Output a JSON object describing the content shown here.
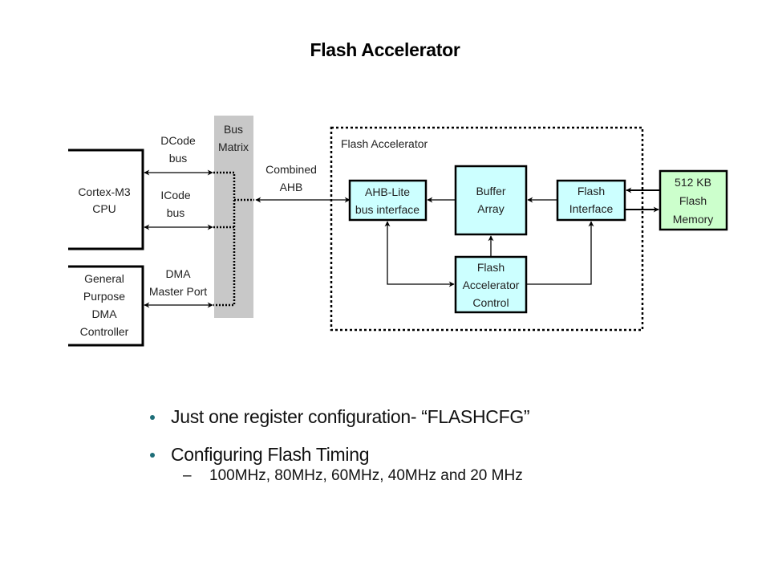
{
  "slide": {
    "title": "Flash Accelerator"
  },
  "diagram": {
    "colors": {
      "block_fill_cyan": "#ccffff",
      "block_fill_green": "#ccffcc",
      "bus_matrix_fill": "#c8c8c8",
      "bullet_color": "#1e6e78"
    },
    "blocks": {
      "cpu": [
        "Cortex-M3",
        "CPU"
      ],
      "dma": [
        "General",
        "Purpose",
        "DMA",
        "Controller"
      ],
      "bus_matrix": [
        "Bus",
        "Matrix"
      ],
      "flash_accelerator_group": "Flash Accelerator",
      "ahb_lite": [
        "AHB-Lite",
        "bus interface"
      ],
      "buffer_array": [
        "Buffer",
        "Array"
      ],
      "flash_interface": [
        "Flash",
        "Interface"
      ],
      "accel_control": [
        "Flash",
        "Accelerator",
        "Control"
      ],
      "flash_memory": [
        "512 KB",
        "Flash",
        "Memory"
      ]
    },
    "bus_labels": {
      "dcode": [
        "DCode",
        "bus"
      ],
      "icode": [
        "ICode",
        "bus"
      ],
      "dma_port": [
        "DMA",
        "Master Port"
      ],
      "combined_ahb": [
        "Combined",
        "AHB"
      ]
    }
  },
  "bullets": [
    {
      "text": "Just one register configuration- “FLASHCFG”"
    },
    {
      "text": "Configuring Flash Timing",
      "sub": [
        {
          "dash": "–",
          "text": "100MHz, 80MHz, 60MHz, 40MHz and 20 MHz"
        }
      ]
    }
  ]
}
